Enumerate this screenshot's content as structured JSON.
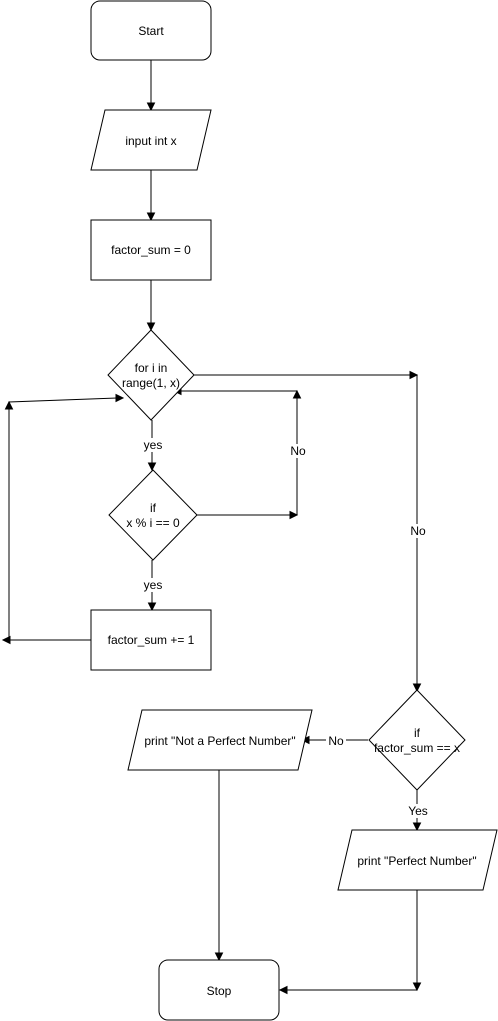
{
  "nodes": {
    "start": "Start",
    "input": "input int x",
    "init": "factor_sum = 0",
    "loop_line1": "for i in",
    "loop_line2": "range(1, x)",
    "cond_line1": "if",
    "cond_line2": "x % i == 0",
    "increment": "factor_sum += 1",
    "check_line1": "if",
    "check_line2": "factor_sum == x",
    "print_not": "print \"Not a Perfect Number\"",
    "print_yes": "print \"Perfect Number\"",
    "stop": "Stop"
  },
  "edge_labels": {
    "loop_yes": "yes",
    "cond_yes": "yes",
    "cond_no": "No",
    "loop_no": "No",
    "check_no": "No",
    "check_yes": "Yes"
  },
  "colors": {
    "stroke": "#000000",
    "fill": "#ffffff"
  }
}
